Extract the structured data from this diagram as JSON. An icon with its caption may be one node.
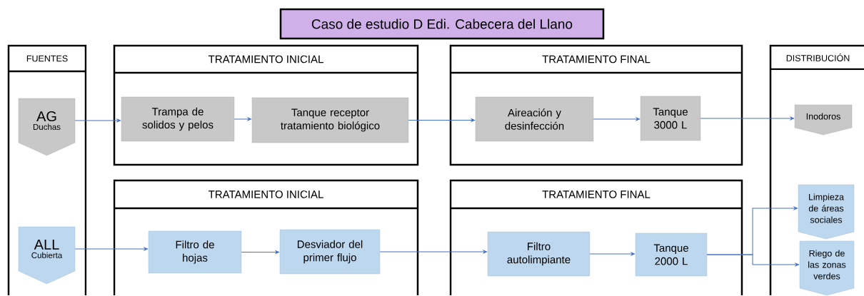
{
  "diagram": {
    "title": "Caso de estudio D Edi. Cabecera del Llano",
    "nodes": [
      {
        "text": [
          "FUENTES"
        ]
      },
      {
        "text": [
          "AG",
          "Duchas"
        ],
        "in": 0
      },
      {
        "text": [
          "ALL",
          "Cubierta"
        ],
        "in": 0
      },
      {
        "text": [
          "TRATAMIENTO INICIAL"
        ]
      },
      {
        "text": [
          "Trampa de solidos y pelos"
        ],
        "in": 3
      },
      {
        "text": [
          "Tanque receptor tratamiento biológico"
        ],
        "in": 3
      },
      {
        "text": [
          "TRATAMIENTO FINAL"
        ]
      },
      {
        "text": [
          "Aireación y desinfección"
        ],
        "in": 6
      },
      {
        "text": [
          "Tanque 3000 L"
        ],
        "in": 6
      },
      {
        "text": [
          "DISTRIBUCIÓN"
        ]
      },
      {
        "text": [
          "Inodoros"
        ],
        "in": 9
      },
      {
        "text": [
          "TRATAMIENTO INICIAL"
        ]
      },
      {
        "text": [
          "Filtro de hojas"
        ],
        "in": 11
      },
      {
        "text": [
          "Desviador del primer flujo"
        ],
        "in": 11
      },
      {
        "text": [
          "TRATAMIENTO FINAL"
        ]
      },
      {
        "text": [
          "Filtro autolimpiante"
        ],
        "in": 14
      },
      {
        "text": [
          "Tanque 2000 L"
        ],
        "in": 14
      },
      {
        "text": [
          "Limpieza de áreas sociales"
        ],
        "in": 9
      },
      {
        "text": [
          "Riego de las zonas verdes"
        ],
        "in": 9
      }
    ],
    "edges": [
      {
        "from": 1,
        "to": 4,
        "arrow": "to"
      },
      {
        "from": 4,
        "to": 5,
        "arrow": "to"
      },
      {
        "from": 5,
        "to": 7,
        "arrow": "to"
      },
      {
        "from": 7,
        "to": 8,
        "arrow": "to"
      },
      {
        "from": 8,
        "to": 10,
        "arrow": "to"
      },
      {
        "from": 2,
        "to": 12,
        "arrow": "to"
      },
      {
        "from": 12,
        "to": 13,
        "arrow": "to"
      },
      {
        "from": 13,
        "to": 15,
        "arrow": "to"
      },
      {
        "from": 15,
        "to": 16,
        "arrow": "to"
      },
      {
        "from": 16,
        "to": 17,
        "arrow": "to"
      },
      {
        "from": 16,
        "to": 18,
        "arrow": "to"
      }
    ]
  }
}
